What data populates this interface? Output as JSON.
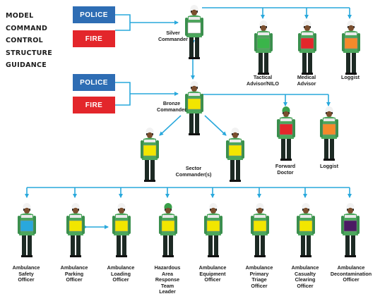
{
  "title_lines": [
    "MODEL",
    "COMMAND",
    "CONTROL",
    "STRUCTURE",
    "GUIDANCE"
  ],
  "services": {
    "silver_police": {
      "label": "POLICE",
      "color": "#2e6db4"
    },
    "silver_fire": {
      "label": "FIRE",
      "color": "#e3262b"
    },
    "bronze_police": {
      "label": "POLICE",
      "color": "#2e6db4"
    },
    "bronze_fire": {
      "label": "FIRE",
      "color": "#e3262b"
    }
  },
  "colors": {
    "connector": "#29a8dc",
    "white": "#ffffff",
    "green": "#3ab54a",
    "red": "#e3262b",
    "orange": "#f58a2a",
    "yellow": "#f2e600",
    "blue": "#29a8dc",
    "purple": "#4b1a63"
  },
  "roles": [
    {
      "id": "silver",
      "label": "Silver\nCommander",
      "vest": "white"
    },
    {
      "id": "tactical",
      "label": "Tactical\nAdvisor/NILO",
      "vest": "green"
    },
    {
      "id": "medical",
      "label": "Medical\nAdvisor",
      "vest": "red"
    },
    {
      "id": "loggist1",
      "label": "Loggist",
      "vest": "orange"
    },
    {
      "id": "bronze",
      "label": "Bronze\nCommander",
      "vest": "yellow"
    },
    {
      "id": "forward",
      "label": "Forward\nDoctor",
      "vest": "red"
    },
    {
      "id": "loggist2",
      "label": "Loggist",
      "vest": "orange"
    },
    {
      "id": "sector1",
      "label": "",
      "vest": "yellow"
    },
    {
      "id": "sector2",
      "label": "",
      "vest": "yellow"
    },
    {
      "id": "sector_label",
      "label": "Sector\nCommander(s)",
      "vest": ""
    },
    {
      "id": "safety",
      "label": "Ambulance\nSafety\nOfficer",
      "vest": "blue"
    },
    {
      "id": "parking",
      "label": "Ambulance\nParking\nOfficer",
      "vest": "yellow"
    },
    {
      "id": "loading",
      "label": "Ambulance\nLoading\nOfficer",
      "vest": "yellow"
    },
    {
      "id": "hazardous",
      "label": "Hazardous\nArea\nResponse\nTeam\nLeader",
      "vest": "yellow"
    },
    {
      "id": "equipment",
      "label": "Ambulance\nEquipment\nOfficer",
      "vest": "yellow"
    },
    {
      "id": "triage",
      "label": "Ambulance\nPrimary\nTriage\nOfficer",
      "vest": "yellow"
    },
    {
      "id": "casualty",
      "label": "Ambulance\nCasualty\nClearing\nOfficer",
      "vest": "yellow"
    },
    {
      "id": "decon",
      "label": "Ambulance\nDecontamination\nOfficer",
      "vest": "purple"
    }
  ]
}
